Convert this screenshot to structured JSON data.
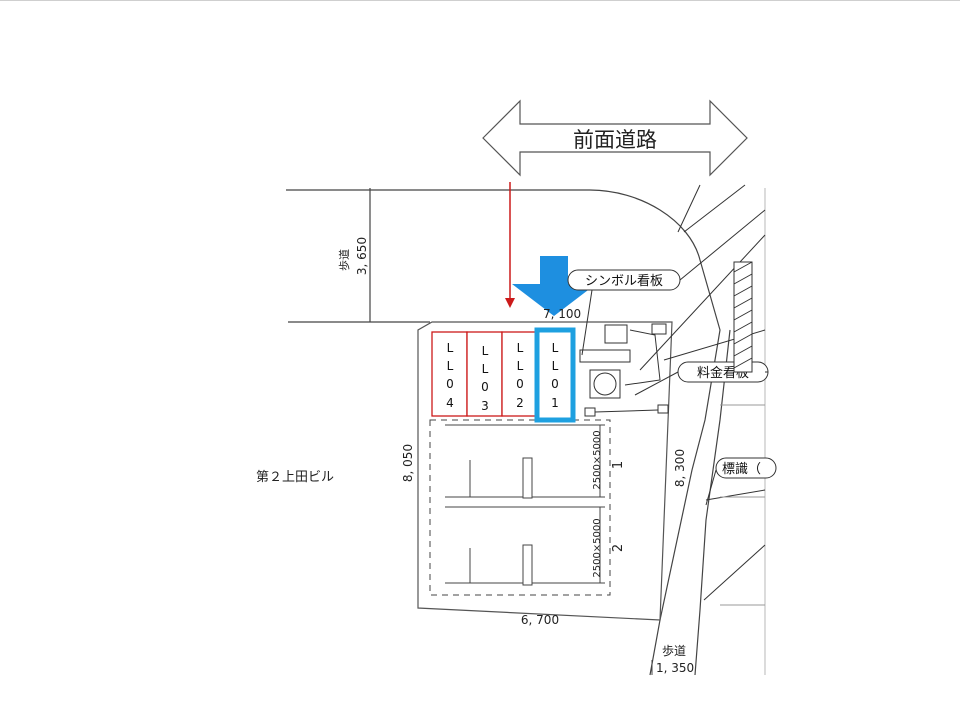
{
  "road": {
    "label": "前面道路"
  },
  "sidewalk_top": {
    "label": "歩道",
    "dimension": "3, 650"
  },
  "sidewalk_right": {
    "label": "歩道",
    "dimension": "1, 350"
  },
  "width_top": "7, 100",
  "width_bottom": "6, 700",
  "depth_left": "8, 050",
  "depth_right": "8, 300",
  "building": "第２上田ビル",
  "signs": {
    "symbol": "シンボル看板",
    "price": "料金看板",
    "mark": "標識（"
  },
  "spaces": [
    {
      "chars": [
        "L",
        "L",
        "0",
        "4"
      ]
    },
    {
      "chars": [
        "L",
        "L",
        "0",
        "3"
      ]
    },
    {
      "chars": [
        "L",
        "L",
        "0",
        "2"
      ]
    },
    {
      "chars": [
        "L",
        "L",
        "0",
        "1"
      ]
    }
  ],
  "parking": [
    {
      "size": "2500×5000",
      "number": "1"
    },
    {
      "size": "2500×5000",
      "number": "2"
    }
  ],
  "colors": {
    "highlight": "#1ea0e0",
    "arrow": "#1e8fe0",
    "red": "#cc1a1a",
    "line": "#333333"
  }
}
